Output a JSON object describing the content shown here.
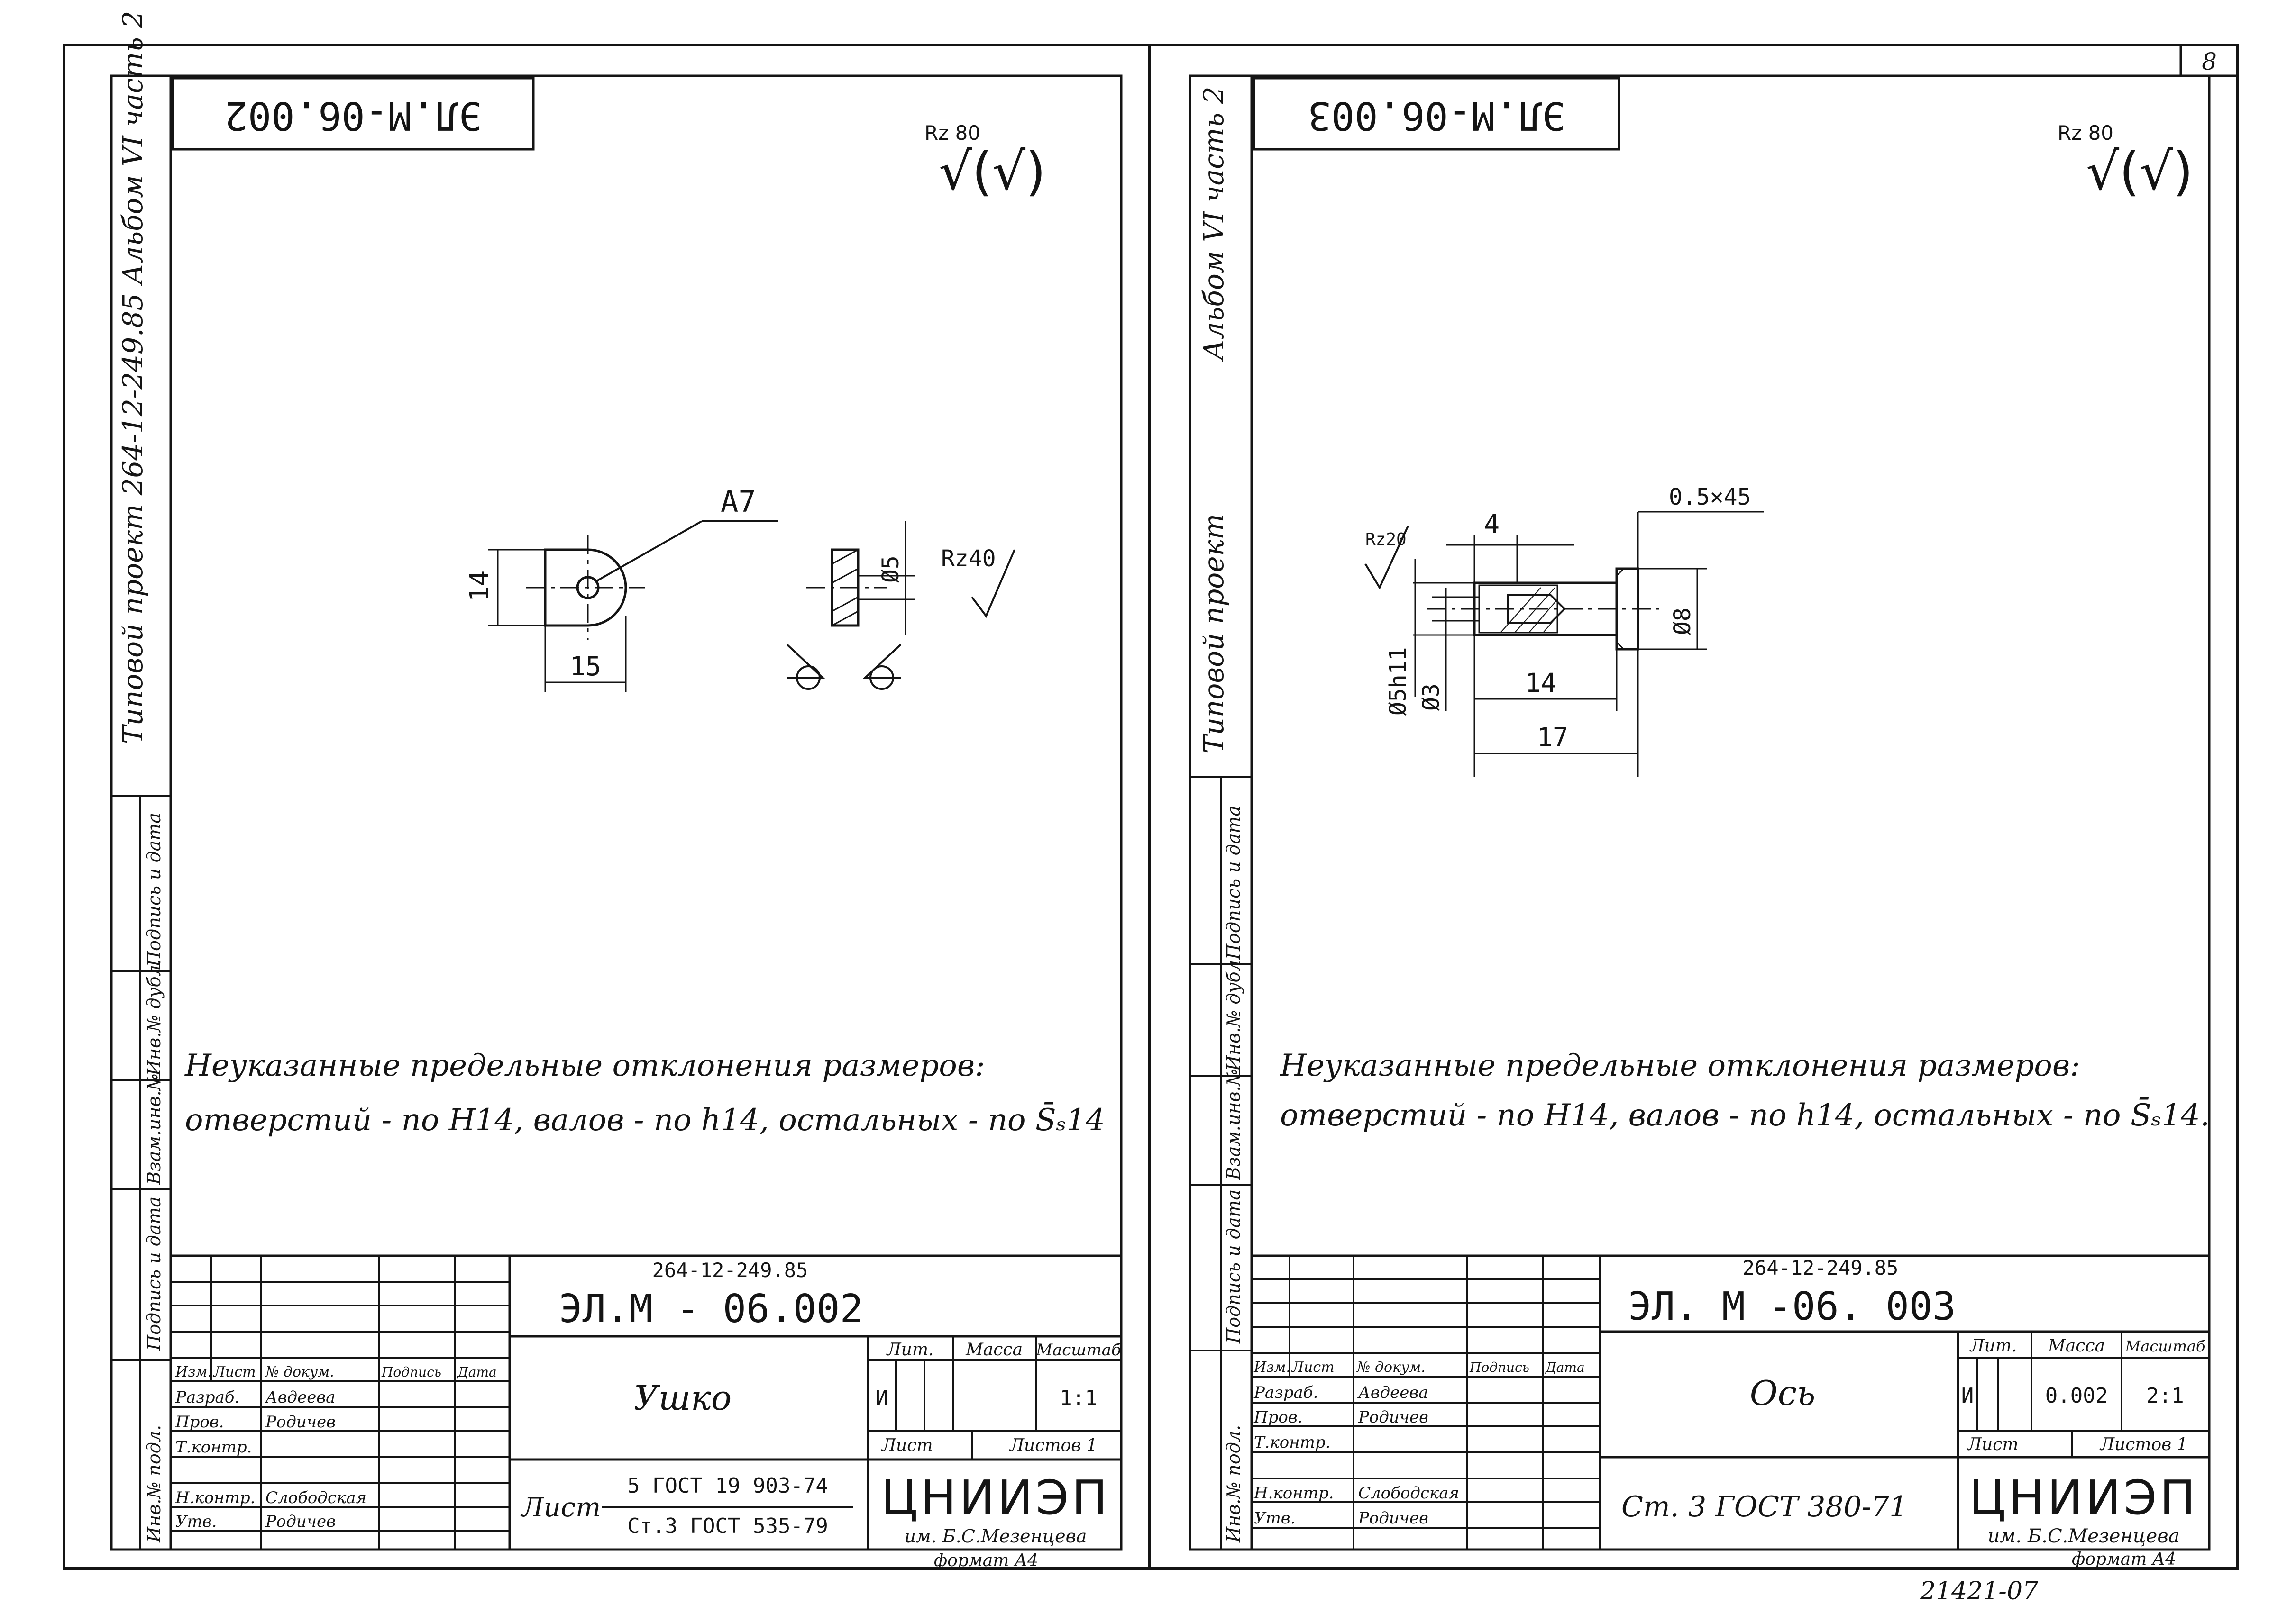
{
  "page_number": "8",
  "bottom_code": "21421-07",
  "left_sheet": {
    "stamp": "ЭЛ.М-06.002",
    "roughness_label": "Rz 80",
    "roughness_symbol": "√(√)",
    "margin_project": "Типовой проект 264-12-249.85 Альбом VI часть 2",
    "drawing": {
      "callout": "А7",
      "dim_height": "14",
      "dim_width": "15",
      "dim_diameter": "Ø5",
      "surface": "Rz40"
    },
    "note_line1": "Неуказанные предельные отклонения размеров:",
    "note_line2": "отверстий - по Н14,  валов - по h14,  остальных - по S̄ₛ14",
    "side_labels": [
      "Инв.№ подл.",
      "Подпись и дата",
      "Взам.инв.№",
      "Инв.№ дубл.",
      "Подпись и дата"
    ],
    "title_block": {
      "project_code": "264-12-249.85",
      "doc_code": "ЭЛ.М - 06.002",
      "header_cells": [
        "Изм.",
        "Лист",
        "№ докум.",
        "Подпись",
        "Дата"
      ],
      "rows": [
        {
          "role": "Разраб.",
          "name": "Авдеева"
        },
        {
          "role": "Пров.",
          "name": "Родичев"
        },
        {
          "role": "Т.контр.",
          "name": ""
        },
        {
          "role": "Н.контр.",
          "name": "Слободская"
        },
        {
          "role": "Утв.",
          "name": "Родичев"
        }
      ],
      "part_name": "Ушко",
      "lit_label": "Лит.",
      "mass_label": "Масса",
      "scale_label": "Масштаб",
      "lit_value": "И",
      "mass_value": "",
      "scale_value": "1:1",
      "sheet_label": "Лист",
      "sheets_label": "Листов 1",
      "material_label": "Лист",
      "material_line1": "5 ГОСТ 19 903-74",
      "material_line2": "Ст.3 ГОСТ 535-79",
      "org_name": "ЦНИИЭП",
      "org_sub": "им. Б.С.Мезенцева",
      "format": "формат А4"
    }
  },
  "right_sheet": {
    "stamp": "ЭЛ.М-06.003",
    "roughness_label": "Rz 80",
    "roughness_symbol": "√(√)",
    "margin_album": "Альбом VI часть 2",
    "margin_project": "Типовой проект",
    "drawing": {
      "chamfer": "0.5×45",
      "dim_4": "4",
      "surface": "Rz20",
      "dim_d5": "Ø5h11",
      "dim_d3": "Ø3",
      "dim_d8": "Ø8",
      "dim_14": "14",
      "dim_17": "17"
    },
    "note_line1": "Неуказанные предельные отклонения размеров:",
    "note_line2": "отверстий - по Н14, валов - по h14, остальных - по S̄ₛ14.",
    "side_labels": [
      "Инв.№ подл.",
      "Подпись и дата",
      "Взам.инв.№",
      "Инв.№ дубл.",
      "Подпись и дата"
    ],
    "title_block": {
      "project_code": "264-12-249.85",
      "doc_code": "ЭЛ. М -06. 003",
      "header_cells": [
        "Изм.",
        "Лист",
        "№ докум.",
        "Подпись",
        "Дата"
      ],
      "rows": [
        {
          "role": "Разраб.",
          "name": "Авдеева"
        },
        {
          "role": "Пров.",
          "name": "Родичев"
        },
        {
          "role": "Т.контр.",
          "name": ""
        },
        {
          "role": "Н.контр.",
          "name": "Слободская"
        },
        {
          "role": "Утв.",
          "name": "Родичев"
        }
      ],
      "part_name": "Ось",
      "lit_label": "Лит.",
      "mass_label": "Масса",
      "scale_label": "Масштаб",
      "lit_value": "И",
      "mass_value": "0.002",
      "scale_value": "2:1",
      "sheet_label": "Лист",
      "sheets_label": "Листов 1",
      "material_line1": "Ст. 3 ГОСТ 380-71",
      "org_name": "ЦНИИЭП",
      "org_sub": "им. Б.С.Мезенцева",
      "format": "формат А4"
    }
  }
}
